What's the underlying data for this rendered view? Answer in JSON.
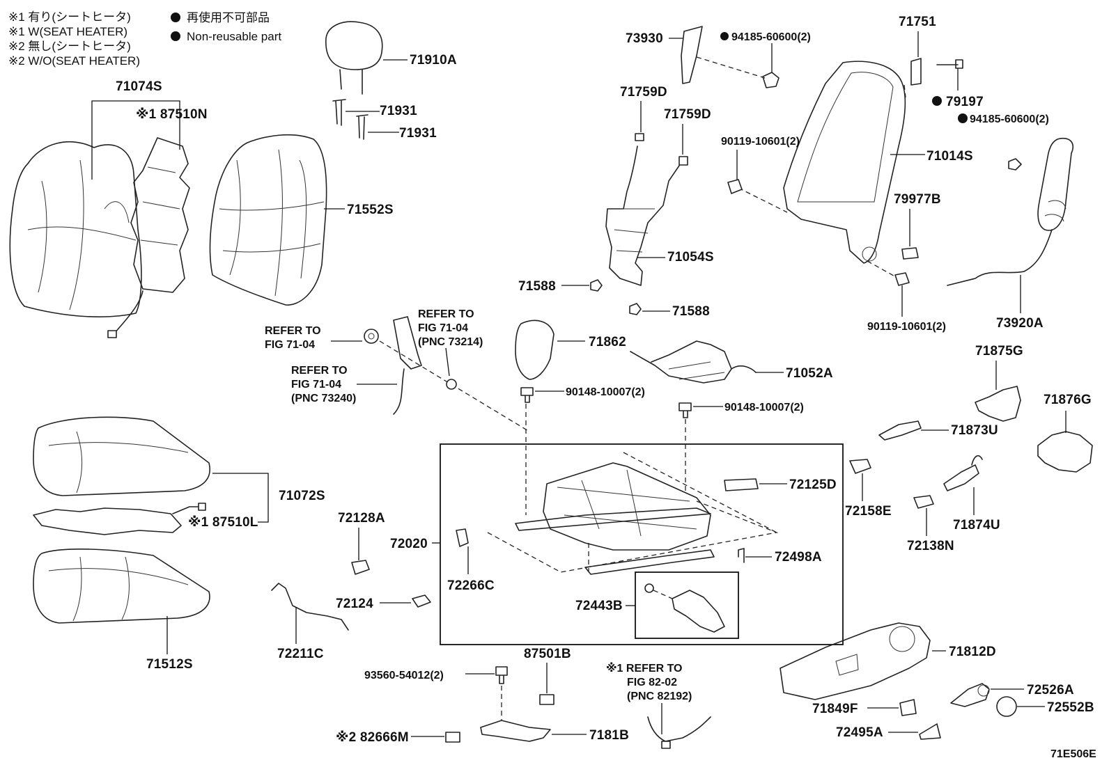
{
  "legend": {
    "l1": "※1 有り(シートヒータ)",
    "l2": "※1 W(SEAT HEATER)",
    "l3": "※2 無し(シートヒータ)",
    "l4": "※2 W/O(SEAT HEATER)",
    "nr_jp": "再使用不可部品",
    "nr_en": "Non-reusable part"
  },
  "labels": {
    "p71074S": "71074S",
    "p87510N": "※1 87510N",
    "p71910A": "71910A",
    "p71931a": "71931",
    "p71931b": "71931",
    "p71552S": "71552S",
    "p73930": "73930",
    "p94185a": "94185-60600(2)",
    "p71751": "71751",
    "p79197": "79197",
    "p94185b": "94185-60600(2)",
    "p71759Da": "71759D",
    "p71759Db": "71759D",
    "p90119a": "90119-10601(2)",
    "p71014S": "71014S",
    "p79977B": "79977B",
    "p71054S": "71054S",
    "p71588a": "71588",
    "p71588b": "71588",
    "p90119b": "90119-10601(2)",
    "p73920A": "73920A",
    "ref1a": "REFER TO",
    "ref1b": "FIG 71-04",
    "ref2a": "REFER TO",
    "ref2b": "FIG 71-04",
    "ref2c": "(PNC 73214)",
    "ref3a": "REFER TO",
    "ref3b": "FIG 71-04",
    "ref3c": "(PNC 73240)",
    "p71862": "71862",
    "p71052A": "71052A",
    "p90148a": "90148-10007(2)",
    "p90148b": "90148-10007(2)",
    "p71875G": "71875G",
    "p71876G": "71876G",
    "p71873U": "71873U",
    "p71072S": "71072S",
    "p87510L": "※1 87510L",
    "p72125D": "72125D",
    "p72158E": "72158E",
    "p71874U": "71874U",
    "p72128A": "72128A",
    "p72020": "72020",
    "p72498A": "72498A",
    "p72138N": "72138N",
    "p72266C": "72266C",
    "p72124": "72124",
    "p72443B": "72443B",
    "p71512S": "71512S",
    "p72211C": "72211C",
    "p87501B": "87501B",
    "ref4a": "※1 REFER TO",
    "ref4b": "FIG 82-02",
    "ref4c": "(PNC 82192)",
    "p93560": "93560-54012(2)",
    "p71812D": "71812D",
    "p72526A": "72526A",
    "p72552B": "72552B",
    "p71849F": "71849F",
    "p72495A": "72495A",
    "p82666M": "※2 82666M",
    "p7181B": "7181B",
    "code": "71E506E"
  }
}
